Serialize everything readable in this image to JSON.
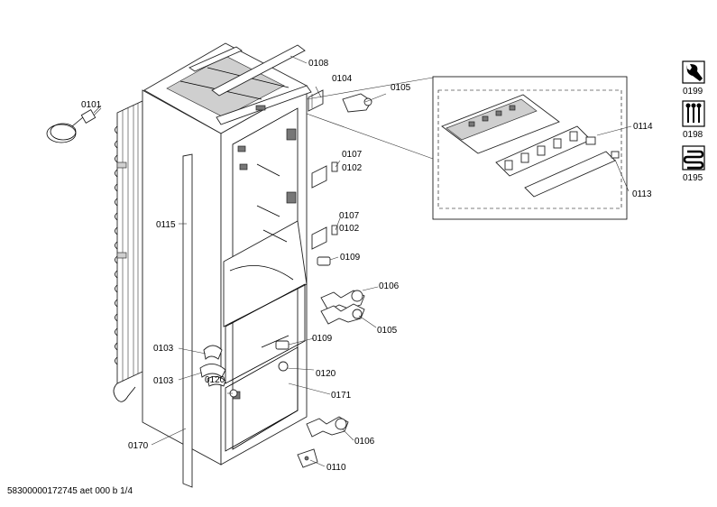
{
  "callouts": {
    "c0101": "0101",
    "c0108": "0108",
    "c0104": "0104",
    "c0105a": "0105",
    "c0114": "0114",
    "c0113": "0113",
    "c0107a": "0107",
    "c0102a": "0102",
    "c0107b": "0107",
    "c0102b": "0102",
    "c0109a": "0109",
    "c0106a": "0106",
    "c0105b": "0105",
    "c0109b": "0109",
    "c0120a": "0120",
    "c0171": "0171",
    "c0106b": "0106",
    "c0110": "0110",
    "c0115": "0115",
    "c0103a": "0103",
    "c0103b": "0103",
    "c0120b": "0120",
    "c0170": "0170"
  },
  "legend": {
    "l0199": "0199",
    "l0198": "0198",
    "l0195": "0195"
  },
  "footer": "58300000172745 aet 000 b 1/4"
}
